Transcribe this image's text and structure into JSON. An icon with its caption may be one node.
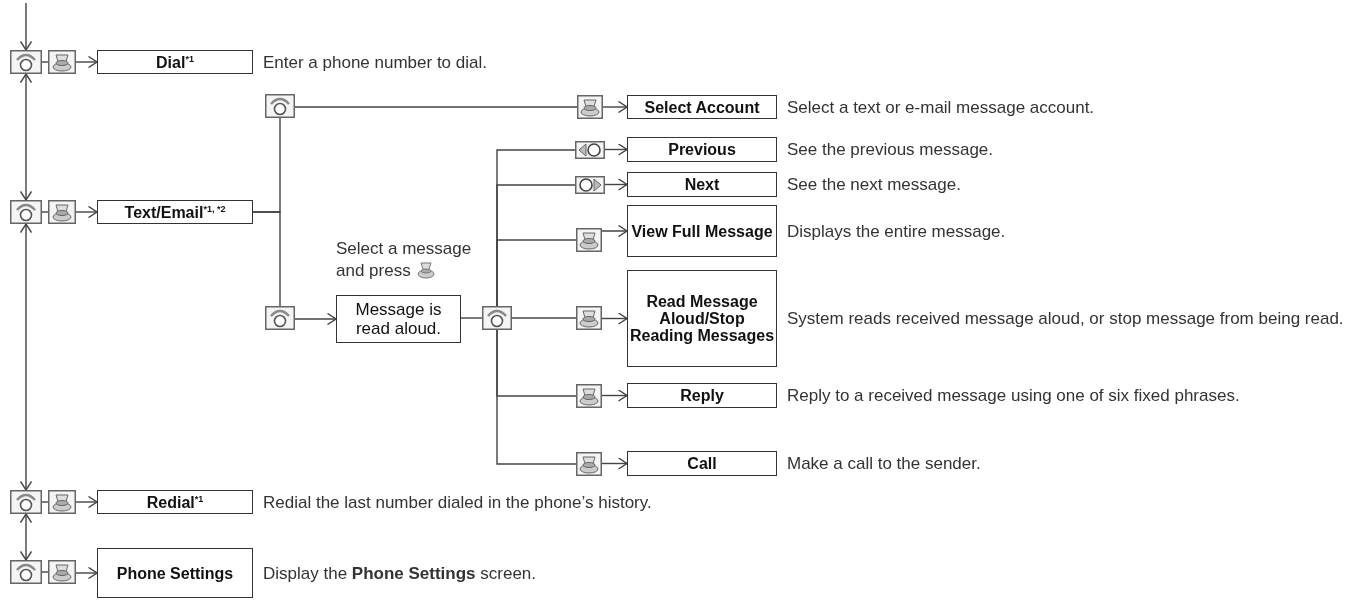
{
  "diagram": {
    "nodes": [
      {
        "text": [],
        "shape": "picture"
      },
      {
        "text": [],
        "shape": "picture"
      },
      {
        "text": [
          "Dial$^{*1}$"
        ],
        "beside": [
          "Enter a phone number to dial."
        ]
      },
      {
        "text": [],
        "shape": "picture"
      },
      {
        "text": [],
        "shape": "picture"
      },
      {
        "text": [
          "Text/Email$^{*1, *2}$"
        ]
      },
      {
        "text": [],
        "shape": "picture"
      },
      {
        "text": [],
        "shape": "picture"
      },
      {
        "text": [
          "Redial$^{*1}$"
        ],
        "beside": [
          "Redial the last number dialed in the phone’s history."
        ]
      },
      {
        "text": [],
        "shape": "picture"
      },
      {
        "text": [],
        "shape": "picture"
      },
      {
        "text": [
          "Phone Settings"
        ],
        "beside": [
          "Display the **Phone Settings** screen."
        ]
      },
      {
        "text": [],
        "shape": "picture"
      },
      {
        "text": [],
        "shape": "picture"
      },
      {
        "text": [],
        "shape": "picture"
      },
      {
        "text": [
          "Select Account"
        ],
        "beside": [
          "Select a text or e-mail message account."
        ]
      },
      {
        "text": [
          "Message is read aloud."
        ]
      },
      {
        "text": [],
        "shape": "picture"
      },
      {
        "text": [],
        "shape": "picture"
      },
      {
        "text": [],
        "shape": "picture"
      },
      {
        "text": [],
        "shape": "picture"
      },
      {
        "text": [],
        "shape": "picture"
      },
      {
        "text": [],
        "shape": "picture"
      },
      {
        "text": [],
        "shape": "picture"
      },
      {
        "text": [
          "Previous"
        ],
        "beside": [
          "See the previous message."
        ]
      },
      {
        "text": [
          "Next"
        ],
        "beside": [
          "See the next message."
        ]
      },
      {
        "text": [
          "View Full Message"
        ],
        "beside": [
          "Displays the entire message."
        ]
      },
      {
        "text": [
          "Read Message Aloud/Stop Reading Messages"
        ],
        "beside": [
          "System reads received message aloud, or stop message from being read."
        ]
      },
      {
        "text": [
          "Reply"
        ],
        "beside": [
          "Reply to a received message using one of six fixed phrases."
        ]
      },
      {
        "text": [
          "Call"
        ],
        "beside": [
          "Make a call to the sender."
        ]
      }
    ],
    "edges": [
      {
        "from": null,
        "to": 0,
        "arrow": "to"
      },
      {
        "from": 0,
        "to": 3,
        "arrow": "both"
      },
      {
        "from": 3,
        "to": 6,
        "arrow": "both"
      },
      {
        "from": 6,
        "to": 9,
        "arrow": "both"
      },
      {
        "from": 0,
        "to": 1,
        "arrow": "none"
      },
      {
        "from": 1,
        "to": 2,
        "arrow": "to"
      },
      {
        "from": 3,
        "to": 4,
        "arrow": "none"
      },
      {
        "from": 4,
        "to": 5,
        "arrow": "to"
      },
      {
        "from": 6,
        "to": 7,
        "arrow": "none"
      },
      {
        "from": 7,
        "to": 8,
        "arrow": "to"
      },
      {
        "from": 9,
        "to": 10,
        "arrow": "none"
      },
      {
        "from": 10,
        "to": 11,
        "arrow": "to"
      },
      {
        "from": 5,
        "to": 12,
        "arrow": "none"
      },
      {
        "from": 5,
        "to": 13,
        "arrow": "none"
      },
      {
        "from": 12,
        "to": 14,
        "arrow": "none"
      },
      {
        "from": 14,
        "to": 15,
        "arrow": "to"
      },
      {
        "from": 13,
        "to": 16,
        "arrow": "to"
      },
      {
        "from": 16,
        "to": 17,
        "arrow": "none"
      },
      {
        "from": 17,
        "to": 18,
        "arrow": "none"
      },
      {
        "from": 17,
        "to": 19,
        "arrow": "none"
      },
      {
        "from": 17,
        "to": 20,
        "arrow": "none"
      },
      {
        "from": 17,
        "to": 21,
        "arrow": "none"
      },
      {
        "from": 17,
        "to": 22,
        "arrow": "none"
      },
      {
        "from": 17,
        "to": 23,
        "arrow": "none"
      },
      {
        "from": 18,
        "to": 24,
        "arrow": "to"
      },
      {
        "from": 19,
        "to": 25,
        "arrow": "to"
      },
      {
        "from": 20,
        "to": 26,
        "arrow": "to"
      },
      {
        "from": 21,
        "to": 27,
        "arrow": "to"
      },
      {
        "from": 22,
        "to": 28,
        "arrow": "to"
      },
      {
        "from": 23,
        "to": 29,
        "arrow": "to"
      }
    ],
    "labels": [
      "Select a message and press"
    ]
  }
}
